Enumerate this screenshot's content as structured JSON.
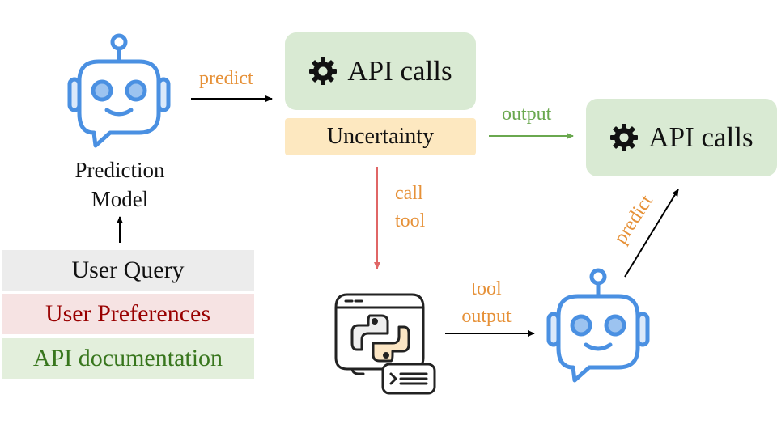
{
  "prediction_model": {
    "label_line1": "Prediction",
    "label_line2": "Model"
  },
  "inputs": {
    "user_query": "User Query",
    "user_preferences": "User Preferences",
    "api_documentation": "API documentation"
  },
  "api_calls_top": {
    "label": "API calls",
    "icon": "gear-icon"
  },
  "uncertainty": {
    "label": "Uncertainty"
  },
  "api_calls_right": {
    "label": "API calls",
    "icon": "gear-icon"
  },
  "edge_labels": {
    "predict_top": "predict",
    "output": "output",
    "call_tool_line1": "call",
    "call_tool_line2": "tool",
    "tool_output_line1": "tool",
    "tool_output_line2": "output",
    "predict_diag": "predict"
  },
  "colors": {
    "robot_blue": "#4a90e2",
    "api_box_green": "#d9ead3",
    "uncertainty_yellow": "#fde8c0",
    "edge_label_orange": "#e69138",
    "output_green": "#6aa84f",
    "call_tool_red": "#e06666",
    "preferences_red": "#990000",
    "documentation_green": "#38761d"
  }
}
